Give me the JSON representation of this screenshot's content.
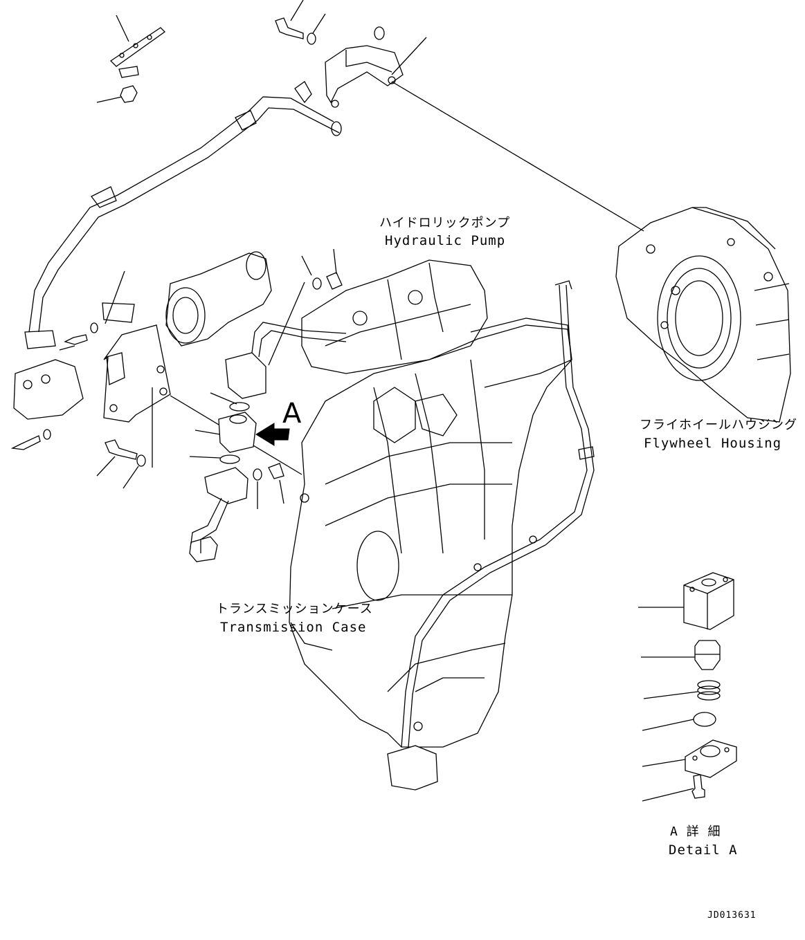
{
  "labels": {
    "hydraulic_pump_ja": "ハイドロリックポンプ",
    "hydraulic_pump_en": "Hydraulic Pump",
    "flywheel_housing_ja": "フライホイールハウジング",
    "flywheel_housing_en": "Flywheel Housing",
    "transmission_case_ja": "トランスミッションケース",
    "transmission_case_en": "Transmission Case",
    "detail_a_ja": "A 詳 細",
    "detail_a_en": "Detail A",
    "view_arrow_letter": "A",
    "drawing_number": "JD013631"
  },
  "colors": {
    "line": "#000000",
    "background": "#ffffff"
  }
}
